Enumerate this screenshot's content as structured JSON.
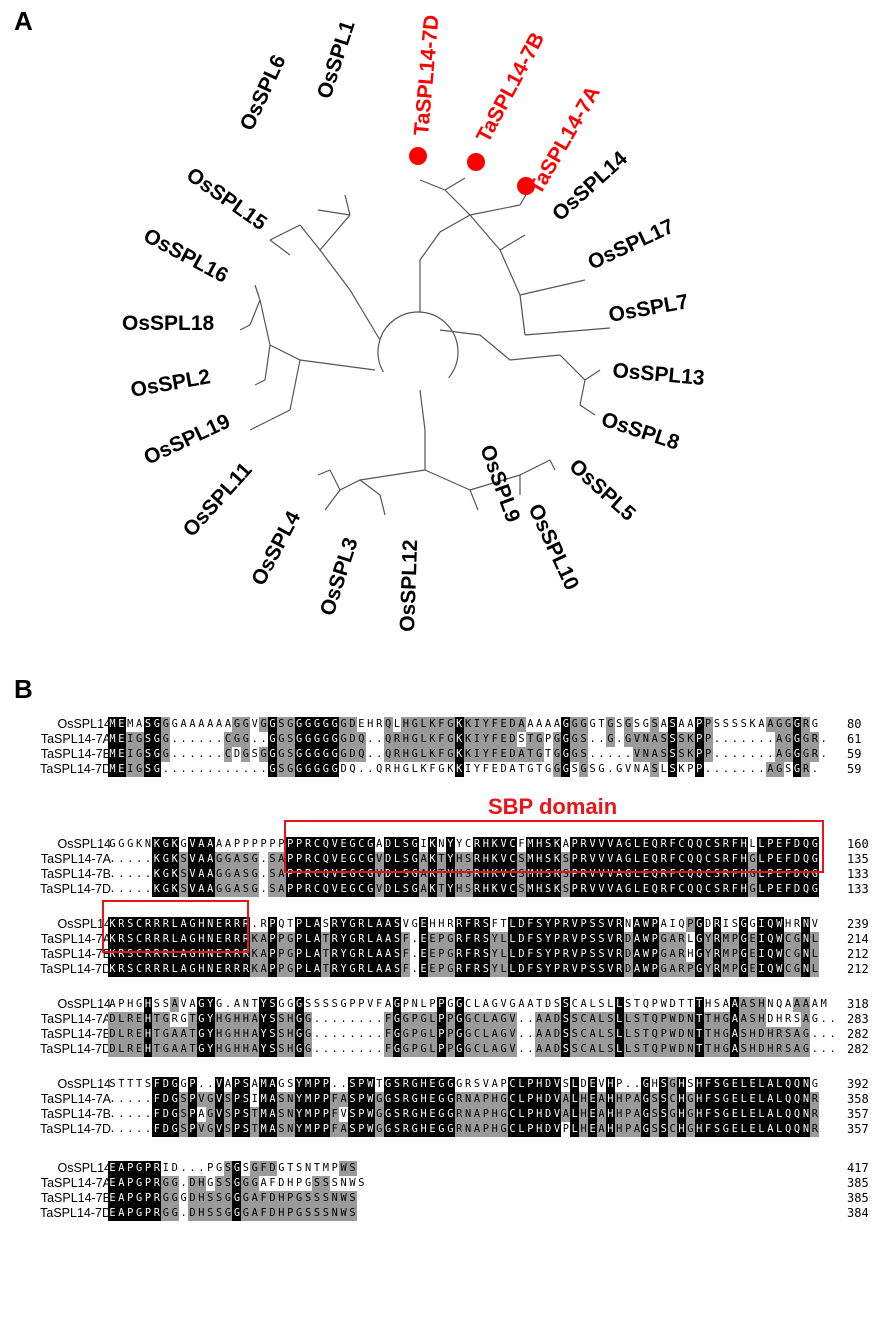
{
  "panels": {
    "a": "A",
    "b": "B"
  },
  "colors": {
    "highlight": "#ff0000",
    "identical": "#000000",
    "similar": "#9a9a9a",
    "domain_box": "#e8141a"
  },
  "tree": {
    "highlighted": [
      "TaSPL14-7D",
      "TaSPL14-7B",
      "TaSPL14-7A"
    ],
    "labels": [
      "OsSPL1",
      "OsSPL6",
      "OsSPL15",
      "OsSPL16",
      "OsSPL18",
      "OsSPL2",
      "OsSPL19",
      "OsSPL11",
      "OsSPL4",
      "OsSPL3",
      "OsSPL12",
      "OsSPL9",
      "OsSPL10",
      "OsSPL5",
      "OsSPL8",
      "OsSPL13",
      "OsSPL7",
      "OsSPL17",
      "OsSPL14",
      "TaSPL14-7A",
      "TaSPL14-7B",
      "TaSPL14-7D"
    ]
  },
  "alignment": {
    "domain_label": "SBP domain",
    "names": [
      "OsSPL14",
      "TaSPL14-7A",
      "TaSPL14-7B",
      "TaSPL14-7D"
    ],
    "blocks": [
      {
        "seqs": [
          "MEMASGGGAAAAAAGGVGGSGGGGGGGDEHRQLHGLKFGKKIYFEDAAAAAGGGGTGSGSGSASAAPPSSSSKAAGGGRG",
          "MEIGSGG......CGG..GGSGGGGGGDQ..QRHGLKFGKKIYFEDSTGPGGGS..G.GVNASSSKPP.......AGGGR.",
          "MEIGSGG......CDGSGGGSGGGGGGDQ..QRHGLKFGKKIYFEDATGTGGGS.....VNASSSKPP.......AGGGR.",
          "MEIGSG............GSGGGGGGDQ..QRHGLKFGKKIYFEDATGTGGGSGSG.GVNASLSKPP.......AGSGR."
        ],
        "nums": [
          "80",
          "61",
          "59",
          "59"
        ]
      },
      {
        "seqs": [
          "GGGKNKGKGVAAAAPPPPPPPPRCQVEGCGADLSGIKNYYCRHKVCFMHSKAPRVVVAGLEQRFCQQCSRFHLLPEFDQG",
          ".....KGKSVAAGGASG.SAPPRCQVEGCGVDLSGAKTYHSRHKVCSMHSKSPRVVVAGLEQRFCQQCSRFHGLPEFDQG",
          ".....KGKSVAAGGASG.SAPPRCQVEGCGVDLSGAKTYHSRHKVCSMHSKSPRVVVAGLEQRFCQQCSRFHGLPEFDQG",
          ".....KGKSVAAGGASG.SAPPRCQVEGCGVDLSGAKTYHSRHKVCSMHSKSPRVVVAGLEQRFCQQCSRFHGLPEFDQG"
        ],
        "nums": [
          "160",
          "135",
          "133",
          "133"
        ]
      },
      {
        "seqs": [
          "KRSCRRRLAGHNERRR.RPQTPLASRYGRLAASVGEHHRRFRSFTLDFSYPRVPSSVRNAWPAIQPGDRISGGIQWHRNV",
          "KRSCRRRLAGHNERRRKAPPGPLATRYGRLAASF.EEPGRFRSYLLDFSYPRVPSSVRDAWPGARLGYRMPGEIQWCGNL",
          "KRSCRRRLAGHNERRRKAPPGPLATRYGRLAASF.EEPGRFRSYLLDFSYPRVPSSVRDAWPGARHGYRMPGEIQWCGNL",
          "KRSCRRRLAGHNERRRKAPPGPLATRYGRLAASF.EEPGRFRSYLLDFSYPRVPSSVRDAWPGARPGYRMPGEIQWCGNL"
        ],
        "nums": [
          "239",
          "214",
          "212",
          "212"
        ]
      },
      {
        "seqs": [
          "APHGHSSAVAGYG.ANTYSGGGSSSSGPPVFAGPNLPPGGCLAGVGAATDSSCALSLLSTQPWDTTTHSAAASHNQAAAAM",
          "DLREHTGRGTGYHGHHAYSSHGG........FGGPGLPPGGCLAGV..AADSSCALSLLSTQPWDNTTHGAASHDHRSAG..",
          "DLREHTGAATGYHGHHAYSSHGG........FGGPGLPPGGCLAGV..AADSSCALSLLSTQPWDNTTHGASHDHRSAG...",
          "DLREHTGAATGYHGHHAYSSHGG........FGGPGLPPGGCLAGV..AADSSCALSLLSTQPWDNTTHGASHDHRSAG..."
        ],
        "nums": [
          "318",
          "283",
          "282",
          "282"
        ]
      },
      {
        "seqs": [
          "STTTSFDGGP..VAPSAMAGSYMPP..SPWTGSRGHEGGGRSVAPCLPHDVSLDEVHP..GHSGHSHFSGELELALQQNG",
          ".....FDGSPVGVSPSIMASNYMPPFASPWGGSRGHEGGRNAPHGCLPHDVALHEAHHPAGSSCHGHFSGELELALQQNR",
          ".....FDGSPAGVSPSTMASNYMPPFVSPWGGSRGHEGGRNAPHGCLPHDVALHEAHHPAGSSGHGHFSGELELALQQNR",
          ".....FDGSPVGVSPSTMASNYMPPFASPWGGSRGHEGGRNAPHGCLPHDVPLHEAHHPAGSSCHGHFSGELELALQQNR"
        ],
        "nums": [
          "392",
          "358",
          "357",
          "357"
        ]
      },
      {
        "seqs": [
          "EAPGPRID...PGSGSGFDGTSNTMPWS",
          "EAPGPRGG.DHGSSGGGAFDHPGSSSNWS",
          "EAPGPRGGGDHSSGGGAFDHPGSSSNWS",
          "EAPGPRGG.DHSSGGGAFDHPGSSSNWS"
        ],
        "nums": [
          "417",
          "385",
          "385",
          "384"
        ]
      }
    ]
  }
}
